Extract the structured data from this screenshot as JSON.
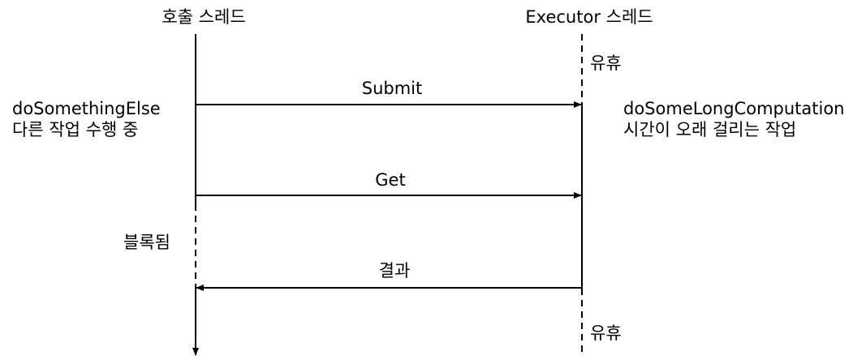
{
  "lanes": {
    "caller": {
      "title": "호출 스레드"
    },
    "executor": {
      "title": "Executor 스레드"
    }
  },
  "messages": {
    "submit": "Submit",
    "get": "Get",
    "result": "결과"
  },
  "annotations": {
    "caller_work": {
      "line1": "doSomethingElse",
      "line2": "다른 작업 수행 중"
    },
    "caller_blocked": "블록됨",
    "executor_work": {
      "line1": "doSomeLongComputation",
      "line2": "시간이 오래 걸리는 작업"
    },
    "executor_idle_top": "유휴",
    "executor_idle_bottom": "유휴"
  },
  "colors": {
    "ink": "#000000",
    "background": "#ffffff"
  }
}
